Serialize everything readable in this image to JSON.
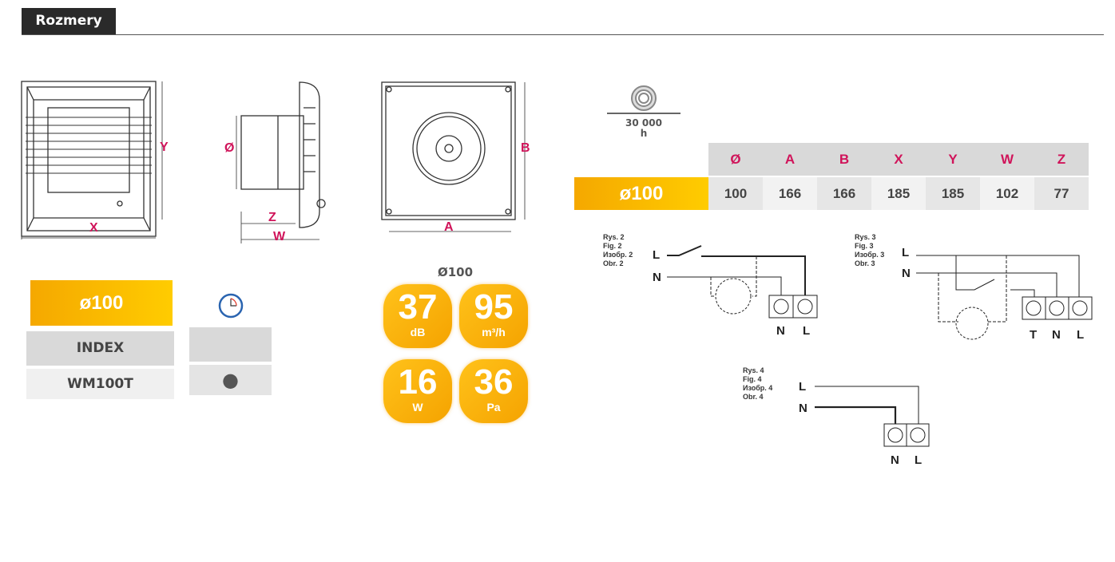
{
  "header": {
    "title": "Rozmery"
  },
  "drawings": {
    "front": {
      "x": "X",
      "y": "Y"
    },
    "side": {
      "d": "Ø",
      "z": "Z",
      "w": "W"
    },
    "back": {
      "a": "A",
      "b": "B"
    }
  },
  "bearing": {
    "value": "30 000",
    "unit": "h"
  },
  "dims_table": {
    "headers": [
      "Ø",
      "A",
      "B",
      "X",
      "Y",
      "W",
      "Z"
    ],
    "row_label": "ø100",
    "values": [
      "100",
      "166",
      "166",
      "185",
      "185",
      "102",
      "77"
    ]
  },
  "model": {
    "size": "ø100",
    "index_label": "INDEX",
    "index_value": "WM100T",
    "timer_icon": "clock-icon",
    "timer_value": "●"
  },
  "performance": {
    "title": "Ø100",
    "badges": [
      {
        "value": "37",
        "unit": "dB"
      },
      {
        "value": "95",
        "unit": "m³/h"
      },
      {
        "value": "16",
        "unit": "W"
      },
      {
        "value": "36",
        "unit": "Pa"
      }
    ]
  },
  "wiring": {
    "fig2": {
      "caption": [
        "Rys. 2",
        "Fig. 2",
        "Изобр. 2",
        "Obr. 2"
      ],
      "inputs": [
        "L",
        "N"
      ],
      "terminals": [
        "N",
        "L"
      ]
    },
    "fig3": {
      "caption": [
        "Rys. 3",
        "Fig. 3",
        "Изобр. 3",
        "Obr. 3"
      ],
      "inputs": [
        "L",
        "N"
      ],
      "terminals": [
        "T",
        "N",
        "L"
      ]
    },
    "fig4": {
      "caption": [
        "Rys. 4",
        "Fig. 4",
        "Изобр. 4",
        "Obr. 4"
      ],
      "inputs": [
        "L",
        "N"
      ],
      "terminals": [
        "N",
        "L"
      ]
    }
  },
  "colors": {
    "accent": "#f5a800",
    "dim_label": "#d0145a",
    "header_bg": "#2a2a2a"
  }
}
